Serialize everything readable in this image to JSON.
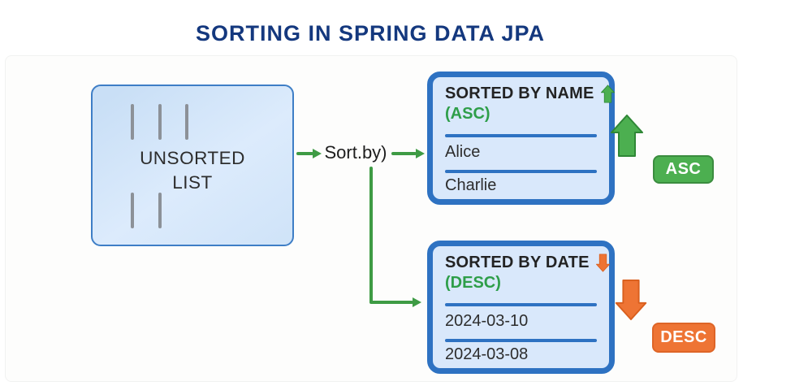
{
  "title": "SORTING IN SPRING DATA JPA",
  "colors": {
    "title_navy": "#14387E",
    "card_border_blue": "#2E72C2",
    "card_fill_blue": "#D9E8FB",
    "unsorted_border_blue": "#3E7EC6",
    "unsorted_fill_blue": "#D2E5F9",
    "green": "#4CAF50",
    "green_stroke": "#2F8736",
    "order_text_green": "#2E9E49",
    "connector_green": "#3E9B44",
    "orange": "#EE7434",
    "orange_stroke": "#D95F1E",
    "text_dark": "#2B2B2B"
  },
  "unsorted_box": {
    "line1": "UNSORTED",
    "line2": "LIST"
  },
  "flow": {
    "label": "Sort.by)"
  },
  "sorted_by_name": {
    "header": "SORTED BY NAME",
    "order": "(ASC)",
    "items": [
      "Alice",
      "Charlie"
    ]
  },
  "sorted_by_date": {
    "header": "SORTED BY DATE",
    "order": "(DESC)",
    "items": [
      "2024-03-10",
      "2024-03-08"
    ]
  },
  "badges": {
    "asc": "ASC",
    "desc": "DESC"
  }
}
